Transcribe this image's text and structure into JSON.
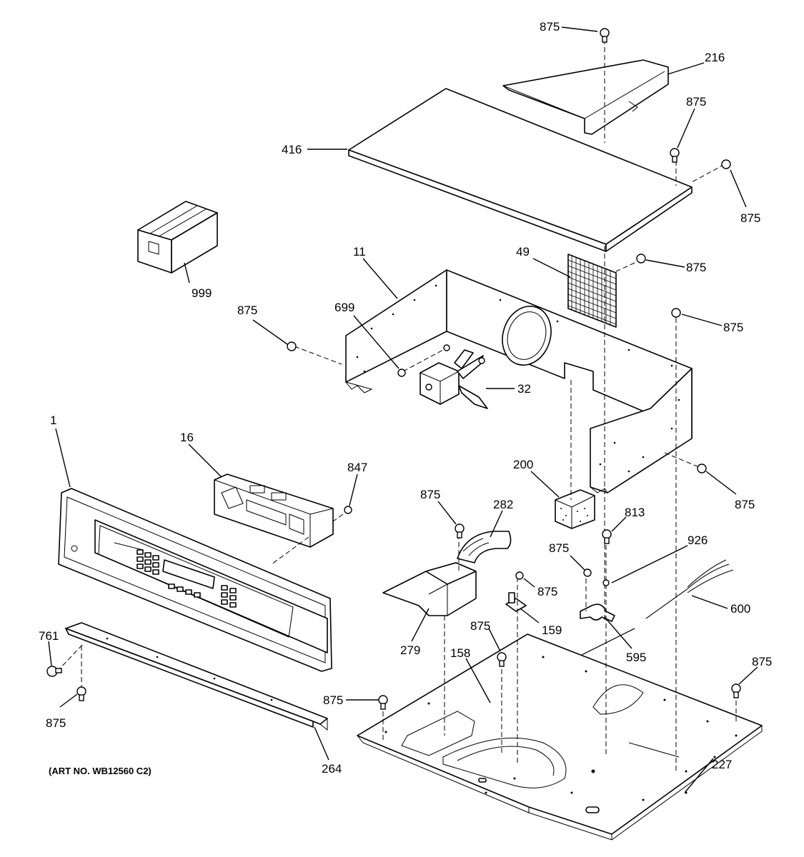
{
  "diagram": {
    "art_number": "(ART NO. WB12560 C2)",
    "callouts": {
      "c875_top": "875",
      "c216": "216",
      "c875_a": "875",
      "c416": "416",
      "c875_b": "875",
      "c999": "999",
      "c11": "11",
      "c49": "49",
      "c875_c": "875",
      "c875_d": "875",
      "c875_e": "875",
      "c699": "699",
      "c32": "32",
      "c1": "1",
      "c16": "16",
      "c847": "847",
      "c200": "200",
      "c875_f": "875",
      "c875_g": "875",
      "c282": "282",
      "c813": "813",
      "c926": "926",
      "c875_h": "875",
      "c875_i": "875",
      "c600": "600",
      "c159": "159",
      "c279": "279",
      "c595": "595",
      "c875_j": "875",
      "c158": "158",
      "c761": "761",
      "c875_k": "875",
      "c875_l": "875",
      "c875_m": "875",
      "c264": "264",
      "c227": "227"
    }
  }
}
